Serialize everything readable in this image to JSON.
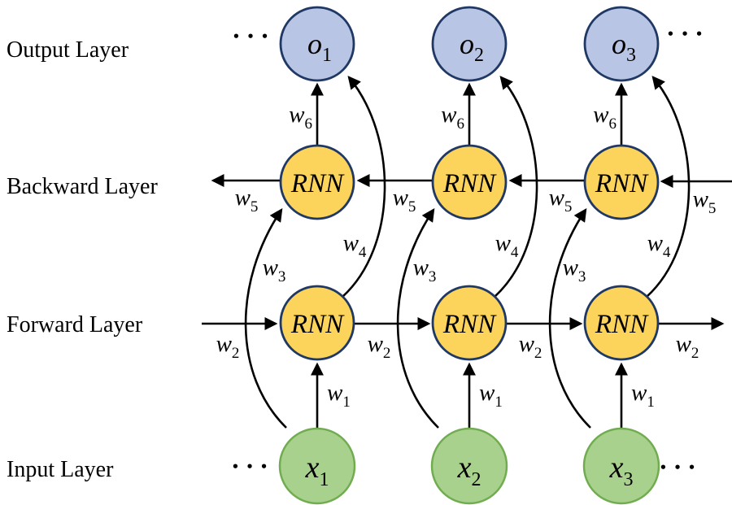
{
  "figure": {
    "description": "Bidirectional RNN architecture diagram",
    "layers": {
      "output": "Output Layer",
      "backward": "Backward Layer",
      "forward": "Forward Layer",
      "input": "Input Layer"
    },
    "nodes": {
      "outputs": [
        {
          "base": "o",
          "sub": "1"
        },
        {
          "base": "o",
          "sub": "2"
        },
        {
          "base": "o",
          "sub": "3"
        }
      ],
      "backward": [
        {
          "label": "RNN"
        },
        {
          "label": "RNN"
        },
        {
          "label": "RNN"
        }
      ],
      "forward": [
        {
          "label": "RNN"
        },
        {
          "label": "RNN"
        },
        {
          "label": "RNN"
        }
      ],
      "inputs": [
        {
          "base": "x",
          "sub": "1"
        },
        {
          "base": "x",
          "sub": "2"
        },
        {
          "base": "x",
          "sub": "3"
        }
      ]
    },
    "weights": {
      "w1": {
        "base": "w",
        "sub": "1"
      },
      "w2": {
        "base": "w",
        "sub": "2"
      },
      "w3": {
        "base": "w",
        "sub": "3"
      },
      "w4": {
        "base": "w",
        "sub": "4"
      },
      "w5": {
        "base": "w",
        "sub": "5"
      },
      "w6": {
        "base": "w",
        "sub": "6"
      }
    },
    "ellipsis": "•••"
  },
  "colors": {
    "output_fill": "#b9c5e4",
    "output_stroke": "#1f3864",
    "rnn_fill": "#fcd35b",
    "rnn_stroke": "#1f3864",
    "input_fill": "#a9d18e",
    "input_stroke": "#71ad50",
    "arrow": "#000000",
    "text": "#000000"
  }
}
